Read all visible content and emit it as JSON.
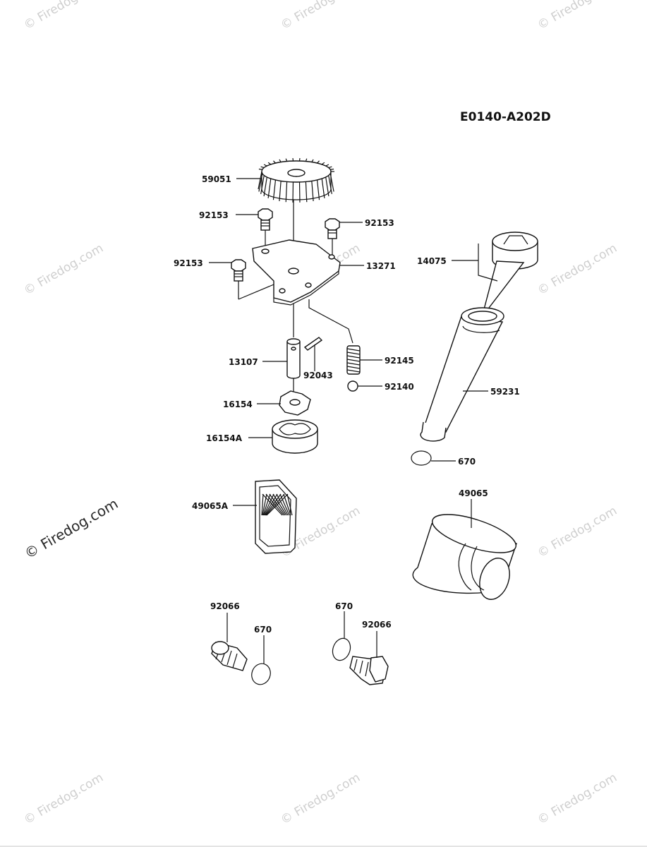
{
  "diagram_code": "E0140-A202D",
  "watermark": "© Firedog.com",
  "parts": {
    "gear": "59051",
    "bolt_top_left": "92153",
    "bolt_top_right": "92153",
    "bolt_left": "92153",
    "plate": "13271",
    "shaft": "13107",
    "pin": "92043",
    "spring": "92145",
    "ball": "92140",
    "inner_rotor": "16154",
    "outer_rotor": "16154A",
    "dipstick_cap": "14075",
    "filler_tube": "59231",
    "tube_oring": "670",
    "oil_filter": "49065",
    "screen_filter": "49065A",
    "plug_left": "92066",
    "plug_left_oring": "670",
    "plug_right_oring": "670",
    "plug_right": "92066"
  }
}
